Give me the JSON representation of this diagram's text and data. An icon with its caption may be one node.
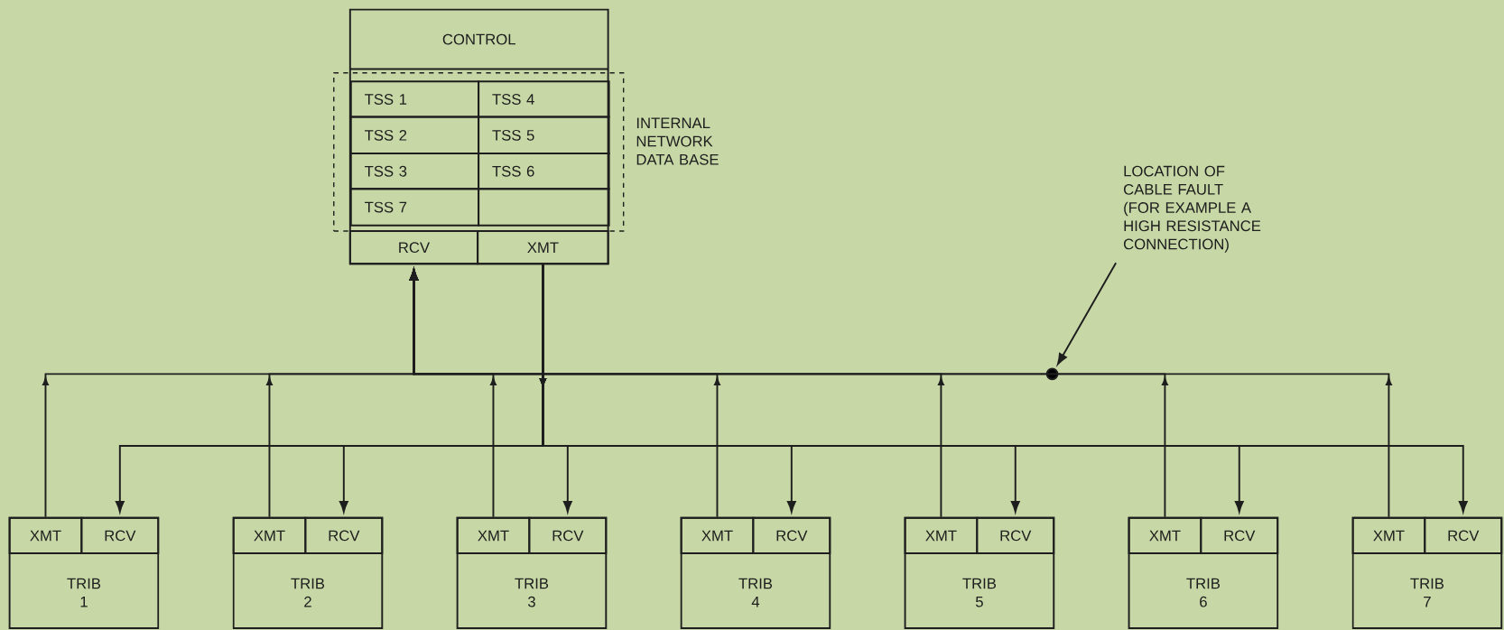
{
  "diagram": {
    "nodes": [
      {
        "text": [
          "CONTROL"
        ]
      },
      {
        "text": [
          "INTERNAL NETWORK DATA BASE"
        ],
        "in": 0
      },
      {
        "text": [
          "TSS 1"
        ],
        "in": 1
      },
      {
        "text": [
          "TSS 4"
        ],
        "in": 1
      },
      {
        "text": [
          "TSS 2"
        ],
        "in": 1
      },
      {
        "text": [
          "TSS 5"
        ],
        "in": 1
      },
      {
        "text": [
          "TSS 3"
        ],
        "in": 1
      },
      {
        "text": [
          "TSS 6"
        ],
        "in": 1
      },
      {
        "text": [
          "TSS 7"
        ],
        "in": 1
      },
      {
        "text": [],
        "shape": "box",
        "in": 1
      },
      {
        "text": [
          "RCV"
        ],
        "in": 0
      },
      {
        "text": [
          "XMT"
        ],
        "in": 0
      },
      {
        "text": [
          "TRIB 1"
        ]
      },
      {
        "text": [
          "XMT"
        ],
        "in": 12
      },
      {
        "text": [
          "RCV"
        ],
        "in": 12
      },
      {
        "text": [
          "TRIB 2"
        ]
      },
      {
        "text": [
          "XMT"
        ],
        "in": 15
      },
      {
        "text": [
          "RCV"
        ],
        "in": 15
      },
      {
        "text": [
          "TRIB 3"
        ]
      },
      {
        "text": [
          "XMT"
        ],
        "in": 18
      },
      {
        "text": [
          "RCV"
        ],
        "in": 18
      },
      {
        "text": [
          "TRIB 4"
        ]
      },
      {
        "text": [
          "XMT"
        ],
        "in": 21
      },
      {
        "text": [
          "RCV"
        ],
        "in": 21
      },
      {
        "text": [
          "TRIB 5"
        ]
      },
      {
        "text": [
          "XMT"
        ],
        "in": 24
      },
      {
        "text": [
          "RCV"
        ],
        "in": 24
      },
      {
        "text": [
          "TRIB 6"
        ]
      },
      {
        "text": [
          "XMT"
        ],
        "in": 27
      },
      {
        "text": [
          "RCV"
        ],
        "in": 27
      },
      {
        "text": [
          "TRIB 7"
        ]
      },
      {
        "text": [
          "XMT"
        ],
        "in": 30
      },
      {
        "text": [
          "RCV"
        ],
        "in": 30
      },
      {
        "text": [
          "LOCATION OF CABLE FAULT (FOR EXAMPLE A HIGH RESISTANCE CONNECTION)"
        ]
      },
      {
        "text": [],
        "shape": "circle"
      }
    ],
    "edges": [
      {
        "from": 13,
        "to": 10,
        "arrow": "to"
      },
      {
        "from": 16,
        "to": 10,
        "arrow": "to"
      },
      {
        "from": 19,
        "to": 10,
        "arrow": "to"
      },
      {
        "from": 22,
        "to": 10,
        "arrow": "to"
      },
      {
        "from": 25,
        "to": 10,
        "arrow": "to"
      },
      {
        "from": 28,
        "to": 10,
        "arrow": "to"
      },
      {
        "from": 31,
        "to": 10,
        "arrow": "to"
      },
      {
        "from": 11,
        "to": 14,
        "arrow": "to"
      },
      {
        "from": 11,
        "to": 17,
        "arrow": "to"
      },
      {
        "from": 11,
        "to": 20,
        "arrow": "to"
      },
      {
        "from": 11,
        "to": 23,
        "arrow": "to"
      },
      {
        "from": 11,
        "to": 26,
        "arrow": "to"
      },
      {
        "from": 11,
        "to": 29,
        "arrow": "to"
      },
      {
        "from": 11,
        "to": 32,
        "arrow": "to"
      },
      {
        "from": 33,
        "to": 34,
        "arrow": "to"
      }
    ]
  }
}
